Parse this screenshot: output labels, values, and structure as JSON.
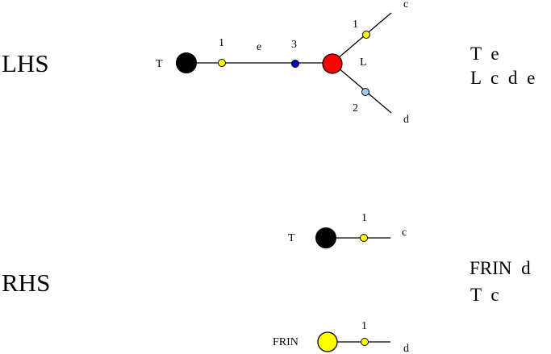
{
  "lhs": {
    "label": "LHS",
    "nodes": {
      "t_name": "T",
      "port1_label": "1",
      "edge_label": "e",
      "port3_label": "3",
      "l_name": "L",
      "upper_port_label": "1",
      "lower_port_label": "2",
      "c_name": "c",
      "d_name": "d"
    },
    "terms": [
      "T e",
      "L c d e"
    ]
  },
  "rhs": {
    "label": "RHS",
    "top_graph": {
      "node_name": "T",
      "port_label": "1",
      "end_name": "c"
    },
    "bottom_graph": {
      "node_name": "FRIN",
      "port_label": "1",
      "end_name": "d"
    },
    "terms": [
      "FRIN d",
      "T c"
    ]
  },
  "colors": {
    "t_node": "#000000",
    "l_node": "#ff0000",
    "frin_node": "#ffff00",
    "port_yellow": "#ffff00",
    "port_blue": "#0000cc",
    "port_lightblue": "#99ccff"
  }
}
